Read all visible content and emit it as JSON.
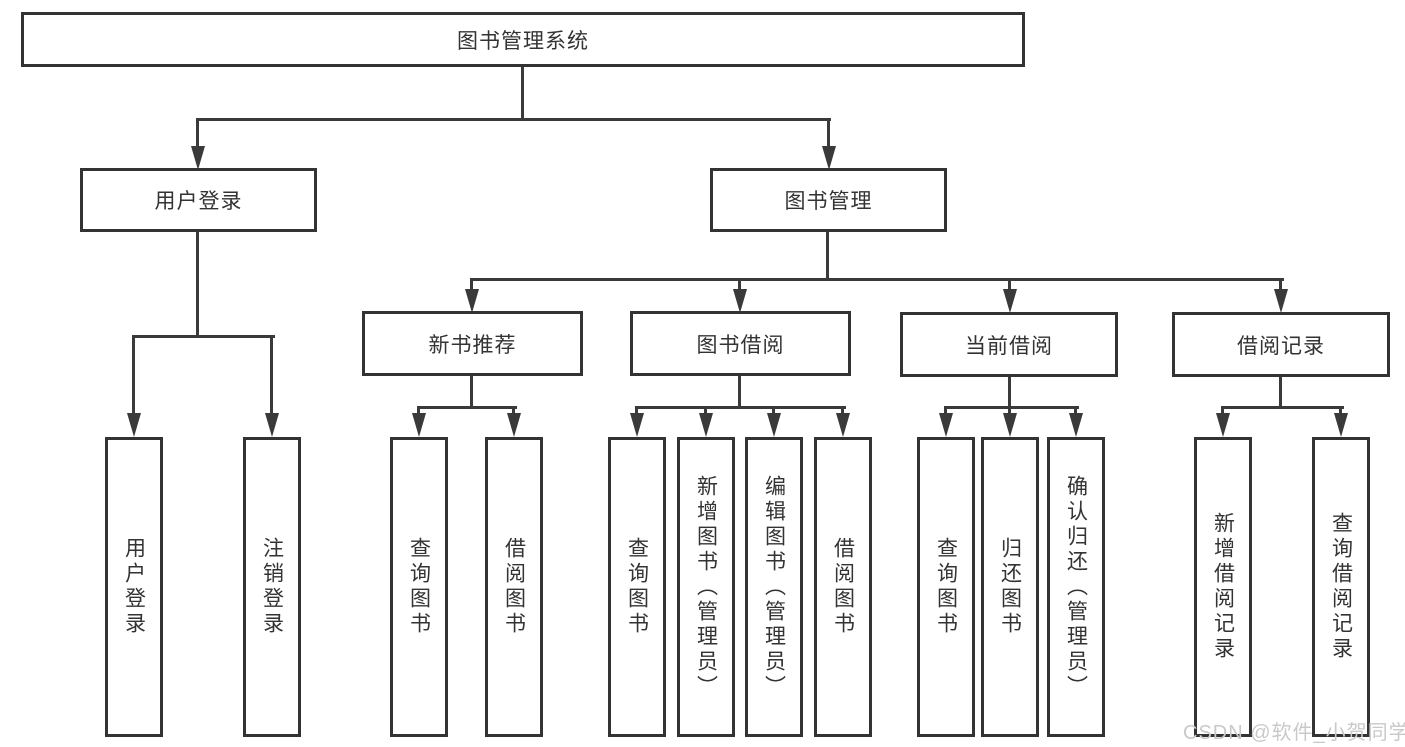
{
  "diagram": {
    "type": "tree",
    "title": "图书管理系统",
    "orientation": "top-down",
    "colors": {
      "line": "#3a3a3a",
      "box_border": "#333333",
      "box_fill": "#ffffff",
      "text": "#333333",
      "watermark": "#c9c9c9",
      "background": "#ffffff"
    }
  },
  "nodes": {
    "root": {
      "label": "图书管理系统"
    },
    "level2": [
      {
        "label": "用户登录",
        "parent": "图书管理系统"
      },
      {
        "label": "图书管理",
        "parent": "图书管理系统"
      }
    ],
    "level3": [
      {
        "label": "新书推荐",
        "parent": "图书管理"
      },
      {
        "label": "图书借阅",
        "parent": "图书管理"
      },
      {
        "label": "当前借阅",
        "parent": "图书管理"
      },
      {
        "label": "借阅记录",
        "parent": "图书管理"
      }
    ],
    "leaves": [
      {
        "label": "用户登录",
        "parent": "用户登录"
      },
      {
        "label": "注销登录",
        "parent": "用户登录"
      },
      {
        "label": "查询图书",
        "parent": "新书推荐"
      },
      {
        "label": "借阅图书",
        "parent": "新书推荐"
      },
      {
        "label": "查询图书",
        "parent": "图书借阅"
      },
      {
        "label": "新增图书（管理员）",
        "parent": "图书借阅"
      },
      {
        "label": "编辑图书（管理员）",
        "parent": "图书借阅"
      },
      {
        "label": "借阅图书",
        "parent": "图书借阅"
      },
      {
        "label": "查询图书",
        "parent": "当前借阅"
      },
      {
        "label": "归还图书",
        "parent": "当前借阅"
      },
      {
        "label": "确认归还（管理员）",
        "parent": "当前借阅"
      },
      {
        "label": "新增借阅记录",
        "parent": "借阅记录"
      },
      {
        "label": "查询借阅记录",
        "parent": "借阅记录"
      }
    ]
  },
  "watermark": {
    "text": "CSDN @软件_小贺同学"
  }
}
